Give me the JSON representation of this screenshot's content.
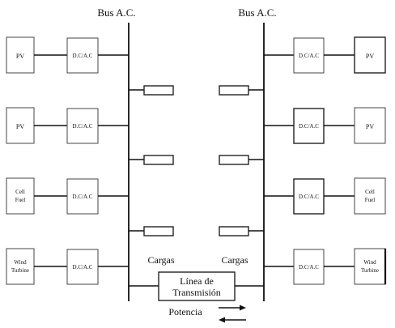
{
  "labels": {
    "bus_left": "Bus A.C.",
    "bus_right": "Bus A.C.",
    "loads_left": "Cargas",
    "loads_right": "Cargas",
    "line_line1": "Línea de",
    "line_line2": "Transmisión",
    "power": "Potencia"
  },
  "left_sources": [
    {
      "source1": "PV",
      "source2": "",
      "converter": "D.C/A.C"
    },
    {
      "source1": "PV",
      "source2": "",
      "converter": "D.C/A.C"
    },
    {
      "source1": "Cell",
      "source2": "Fuel",
      "converter": "D.C/A.C"
    },
    {
      "source1": "Wind",
      "source2": "Turbine",
      "converter": "D.C/A.C"
    }
  ],
  "right_sources": [
    {
      "source1": "PV",
      "source2": "",
      "converter": "D.C/A.C"
    },
    {
      "source1": "PV",
      "source2": "",
      "converter": "D.C/A.C"
    },
    {
      "source1": "Cell",
      "source2": "Fuel",
      "converter": "D.C/A.C"
    },
    {
      "source1": "Wind",
      "source2": "Turbine",
      "converter": "D.C/A.C"
    }
  ]
}
